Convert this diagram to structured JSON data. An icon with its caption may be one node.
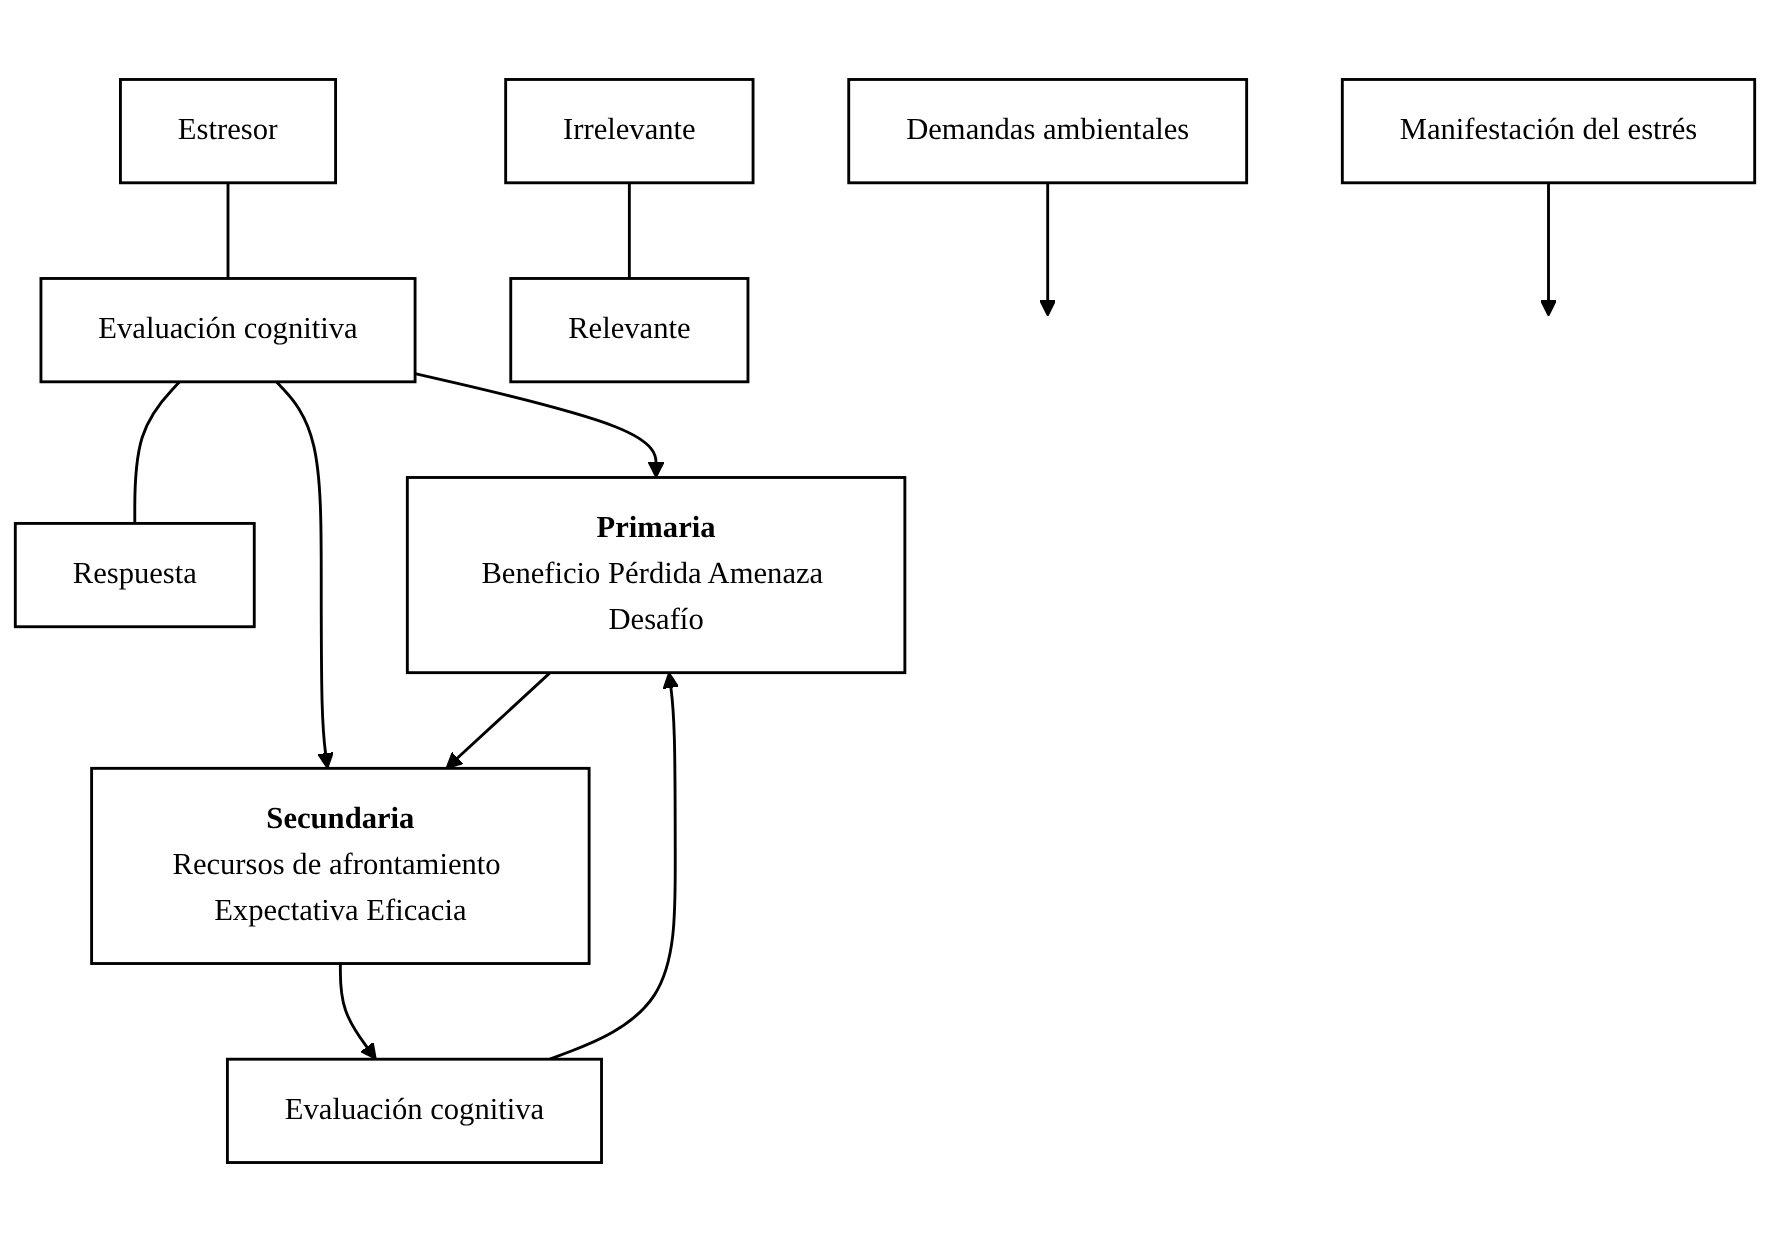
{
  "diagram": {
    "nodes": [
      {
        "text": [
          "Demandas ambientales"
        ]
      },
      {
        "text": [
          "Manifestación del estrés"
        ]
      },
      {
        "text": [
          "Estresor"
        ]
      },
      {
        "text": [
          "Evaluación cognitiva"
        ]
      },
      {
        "text": [
          "Respuesta"
        ]
      },
      {
        "text": [
          "Irrelevante"
        ]
      },
      {
        "text": [
          "Relevante"
        ]
      },
      {
        "text": [
          "Primaria",
          "Beneficio Pérdida Amenaza Desafío"
        ]
      },
      {
        "text": [
          "Secundaria",
          "Recursos de afrontamiento Expectativa Eficacia"
        ]
      },
      {
        "text": [
          "Evaluación cognitiva"
        ]
      }
    ],
    "edges": [
      {
        "from": 2,
        "to": 3,
        "arrow": "none"
      },
      {
        "from": 3,
        "to": 4,
        "arrow": "none"
      },
      {
        "from": 0,
        "to": null,
        "arrow": "to"
      },
      {
        "from": 1,
        "to": null,
        "arrow": "to"
      },
      {
        "from": 5,
        "to": 6,
        "arrow": "none"
      },
      {
        "from": 3,
        "to": 7,
        "arrow": "to"
      },
      {
        "from": 3,
        "to": 8,
        "arrow": "to"
      },
      {
        "from": 7,
        "to": 8,
        "arrow": "to"
      },
      {
        "from": 8,
        "to": 9,
        "arrow": "to"
      },
      {
        "from": 9,
        "to": 7,
        "arrow": "to"
      }
    ]
  }
}
